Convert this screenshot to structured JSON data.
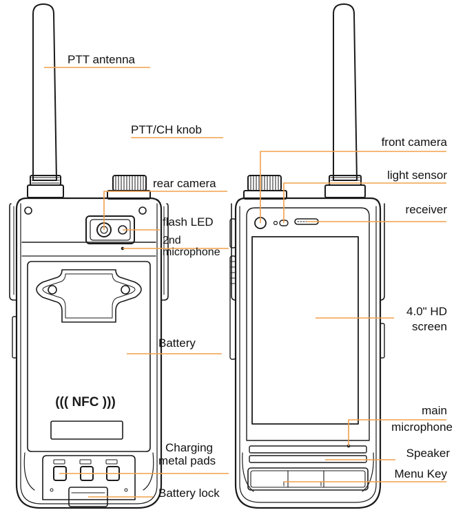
{
  "back_view": {
    "labels": {
      "ptt_antenna": "PTT antenna",
      "ptt_ch_knob": "PTT/CH knob",
      "rear_camera": "rear camera",
      "flash_led": "flash LED",
      "second_microphone_line1": "2nd",
      "second_microphone_line2": "microphone",
      "battery": "Battery",
      "charging_pads_line1": "Charging",
      "charging_pads_line2": "metal pads",
      "battery_lock": "Battery lock"
    },
    "nfc_logo_text": "((( NFC )))"
  },
  "front_view": {
    "labels": {
      "front_camera": "front camera",
      "light_sensor": "light sensor",
      "receiver": "receiver",
      "screen_line1": "4.0\" HD",
      "screen_line2": "screen",
      "main_microphone_line1": "main",
      "main_microphone_line2": "microphone",
      "speaker": "Speaker",
      "menu_key": "Menu Key"
    }
  },
  "colors": {
    "leader_line": "#f2a04a",
    "outline": "#1a1a1a",
    "background": "#ffffff"
  }
}
